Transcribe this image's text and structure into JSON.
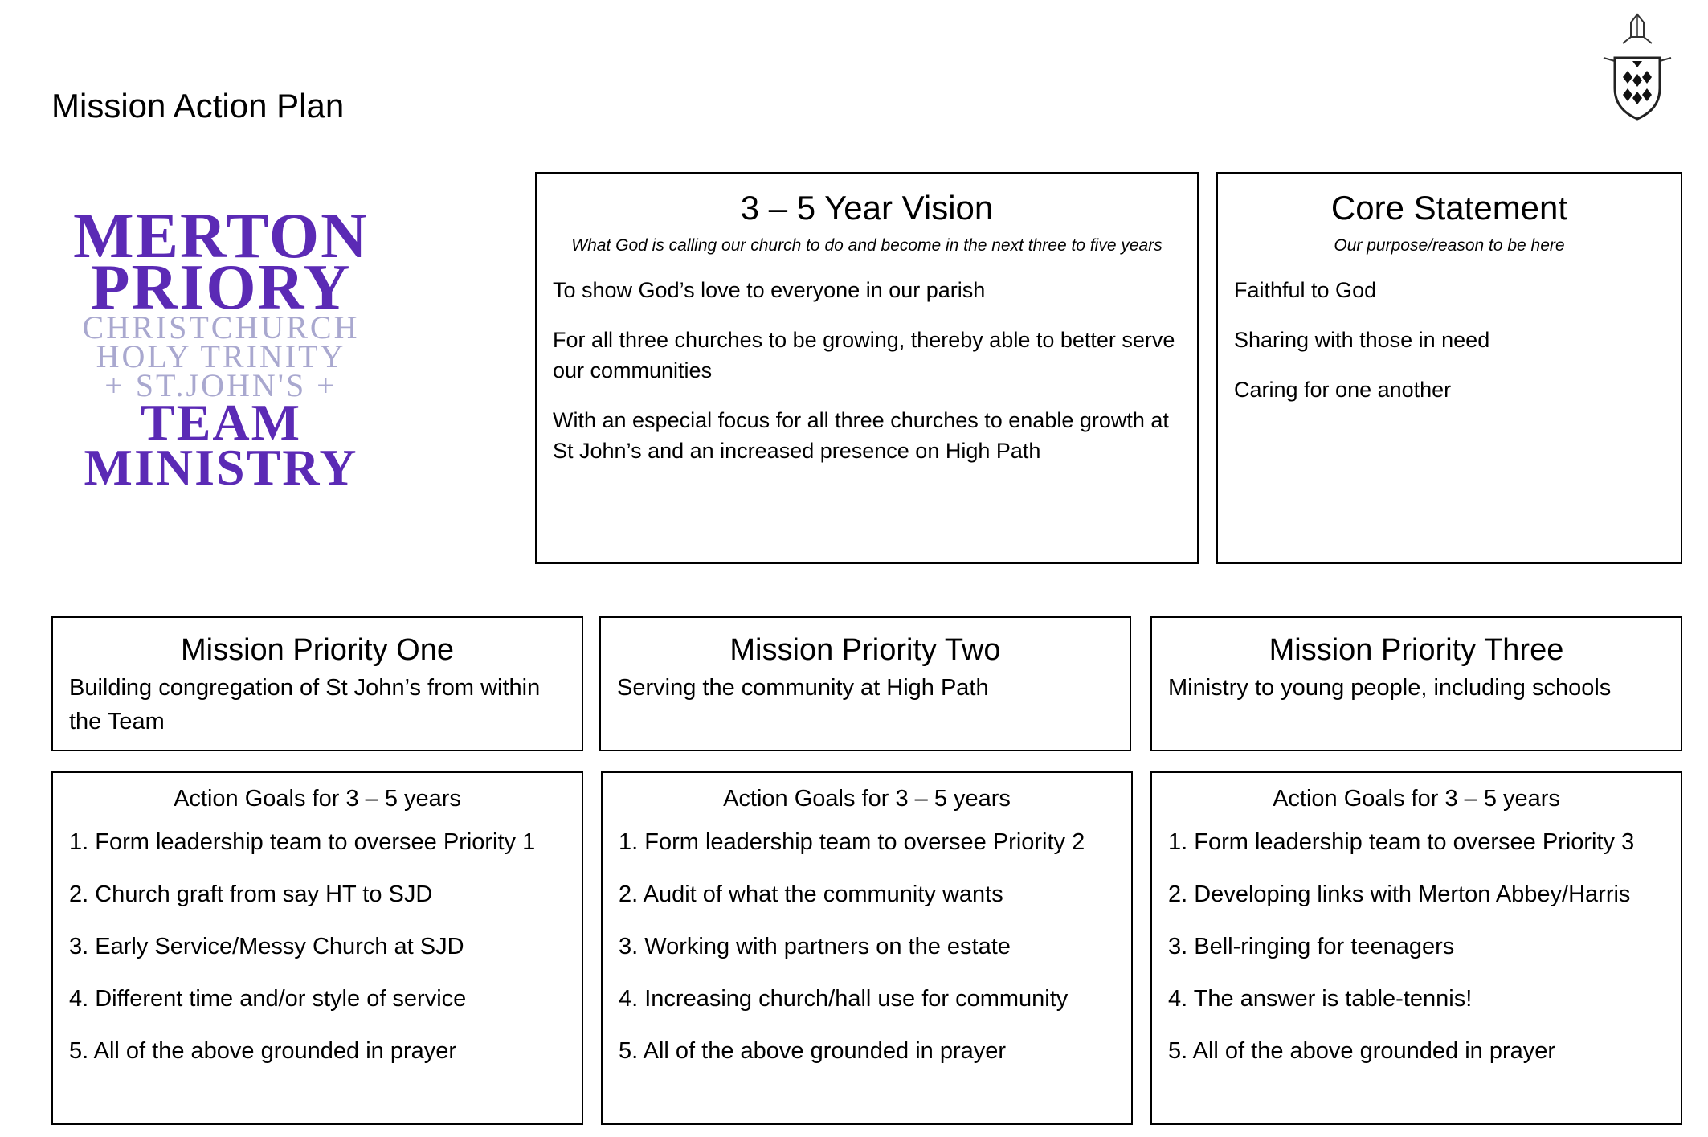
{
  "header": {
    "title": "Mission Action Plan",
    "crest_icon": "diocese-crest-icon"
  },
  "logo": {
    "line1": "MERTON",
    "line2": "PRIORY",
    "line3": "CHRISTCHURCH",
    "line4": "HOLY TRINITY",
    "line5": "+ ST.JOHN'S +",
    "line6": "TEAM",
    "line7": "MINISTRY",
    "colors": {
      "primary": "#5b2ab5",
      "secondary": "#a9a8cf"
    }
  },
  "vision": {
    "title": "3 – 5 Year Vision",
    "subtitle": "What God is calling our church to do and become in the next three to five years",
    "lines": [
      "To show God’s love to everyone in our parish",
      "For all three churches to be growing, thereby able to better serve our communities",
      "With an especial focus for all three churches to enable growth at St John’s and an increased presence on High Path"
    ]
  },
  "core": {
    "title": "Core Statement",
    "subtitle": "Our purpose/reason to be here",
    "lines": [
      "Faithful to God",
      "Sharing with those in need",
      "Caring for one another"
    ]
  },
  "priorities": [
    {
      "title": "Mission Priority One",
      "description": "Building congregation of St John’s from within the Team"
    },
    {
      "title": "Mission Priority Two",
      "description": "Serving the community at High Path"
    },
    {
      "title": "Mission Priority Three",
      "description": "Ministry to young people, including schools"
    }
  ],
  "goals": [
    {
      "title": "Action Goals for 3 – 5 years",
      "items": [
        "1. Form leadership team to oversee Priority 1",
        "2. Church graft from say HT to SJD",
        "3. Early Service/Messy Church at SJD",
        "4. Different time and/or style of service",
        "5. All of the above grounded in prayer"
      ]
    },
    {
      "title": "Action Goals for 3 – 5 years",
      "items": [
        "1. Form leadership team to oversee Priority 2",
        "2. Audit of what the community wants",
        "3. Working with partners on the estate",
        "4. Increasing church/hall use for community",
        "5. All of the above grounded in prayer"
      ]
    },
    {
      "title": "Action Goals for 3 – 5 years",
      "items": [
        "1. Form leadership team to oversee Priority 3",
        "2. Developing links with Merton Abbey/Harris",
        "3. Bell-ringing for teenagers",
        "4. The answer is table-tennis!",
        "5. All of the above grounded in prayer"
      ]
    }
  ]
}
